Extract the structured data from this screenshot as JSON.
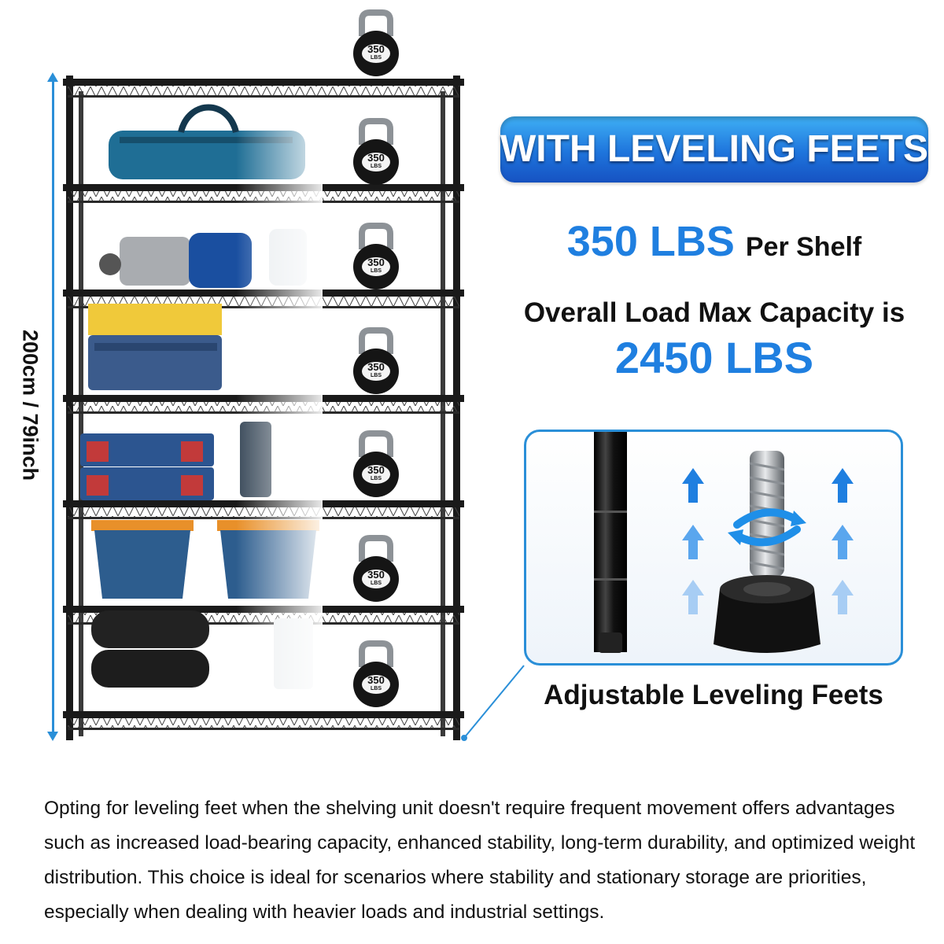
{
  "dimension_label": "200cm / 79inch",
  "weight_badge": {
    "value": "350",
    "unit": "LBS"
  },
  "header": {
    "title": "WITH LEVELING FEETS"
  },
  "per_shelf": {
    "value": "350 LBS",
    "label": "Per Shelf"
  },
  "overall": {
    "label": "Overall Load Max Capacity is",
    "value": "2450 LBS"
  },
  "detail": {
    "caption": "Adjustable Leveling Feets"
  },
  "description": "Opting for leveling feet when the shelving unit doesn't require frequent movement offers advantages such as increased load-bearing capacity, enhanced stability, long-term durability, and optimized weight distribution. This choice is ideal for scenarios where stability and stationary storage are priorities, especially when dealing with heavier loads and industrial settings.",
  "colors": {
    "accent": "#1f7fe0",
    "banner_top": "#3fb0f5",
    "banner_bottom": "#1652c2",
    "rack": "#1a1a1a"
  },
  "icons": [
    "kettlebell-icon",
    "leveling-foot-icon",
    "up-arrow-icon",
    "rotate-icon"
  ]
}
